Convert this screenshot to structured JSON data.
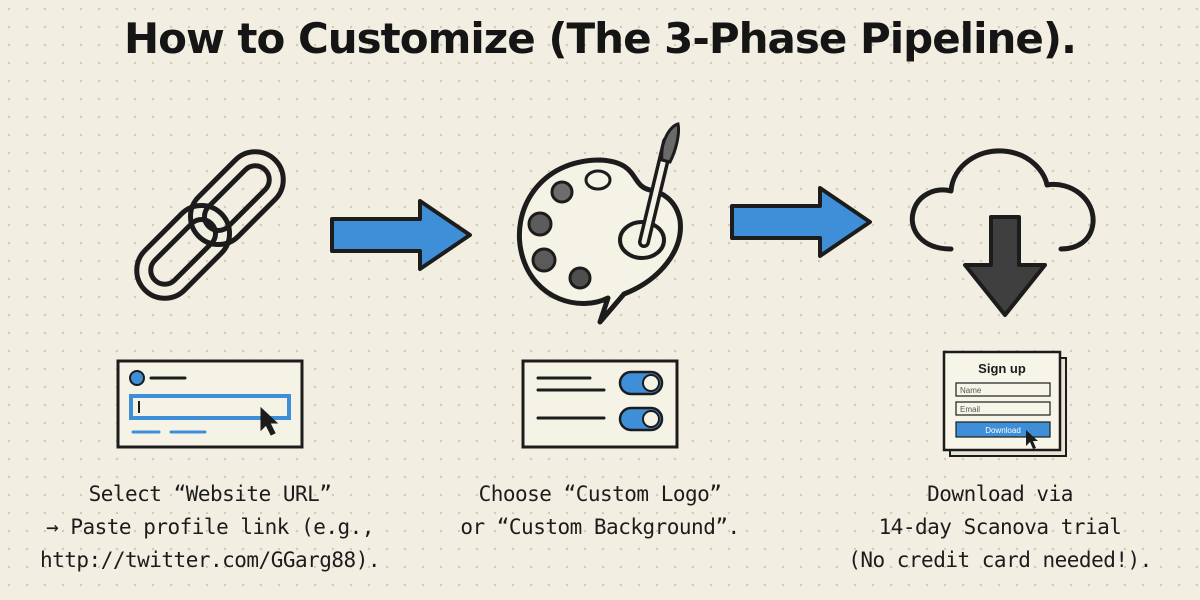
{
  "title": "How to Customize (The 3-Phase Pipeline).",
  "steps": [
    {
      "icon": "link-chain-icon",
      "mockup": "url-input-mockup",
      "lines": [
        "Select “Website URL”",
        "→ Paste profile link (e.g.,",
        "http://twitter.com/GGarg88)."
      ]
    },
    {
      "icon": "paint-palette-icon",
      "mockup": "toggle-settings-mockup",
      "lines": [
        "Choose “Custom Logo”",
        "or “Custom Background”."
      ]
    },
    {
      "icon": "cloud-download-icon",
      "mockup": "signup-form-mockup",
      "lines": [
        "Download via",
        "14-day Scanova trial",
        "(No credit card needed!)."
      ],
      "form": {
        "heading": "Sign up",
        "name_placeholder": "Name",
        "email_placeholder": "Email",
        "button_label": "Download"
      }
    }
  ],
  "colors": {
    "accent_blue": "#3f8fd8",
    "ink": "#1c1c1c",
    "paper": "#f2efe2"
  }
}
